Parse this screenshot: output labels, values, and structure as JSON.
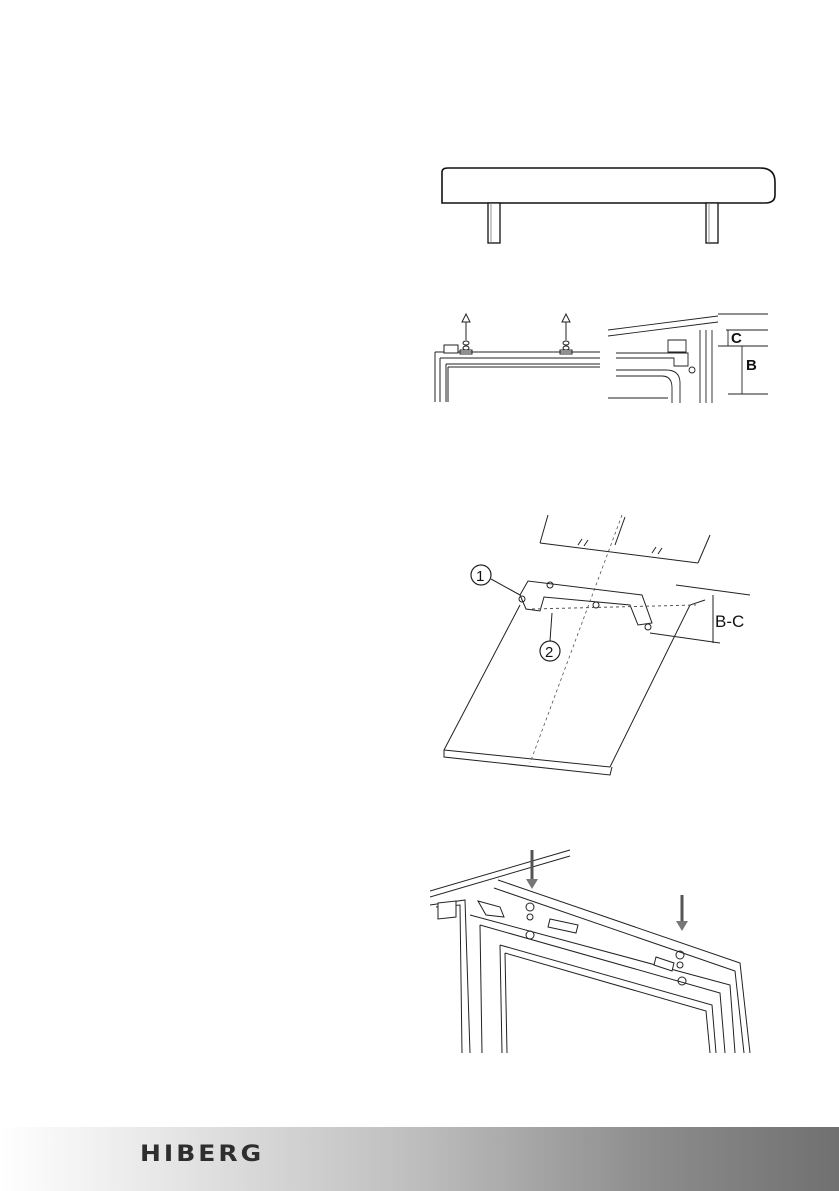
{
  "figures": {
    "hinge_detail": {
      "label_c": "C",
      "label_b": "B"
    },
    "door_panel": {
      "callout_1": "1",
      "callout_2": "2",
      "label_bc": "B-C"
    }
  },
  "footer": {
    "brand": "HIBERG"
  }
}
